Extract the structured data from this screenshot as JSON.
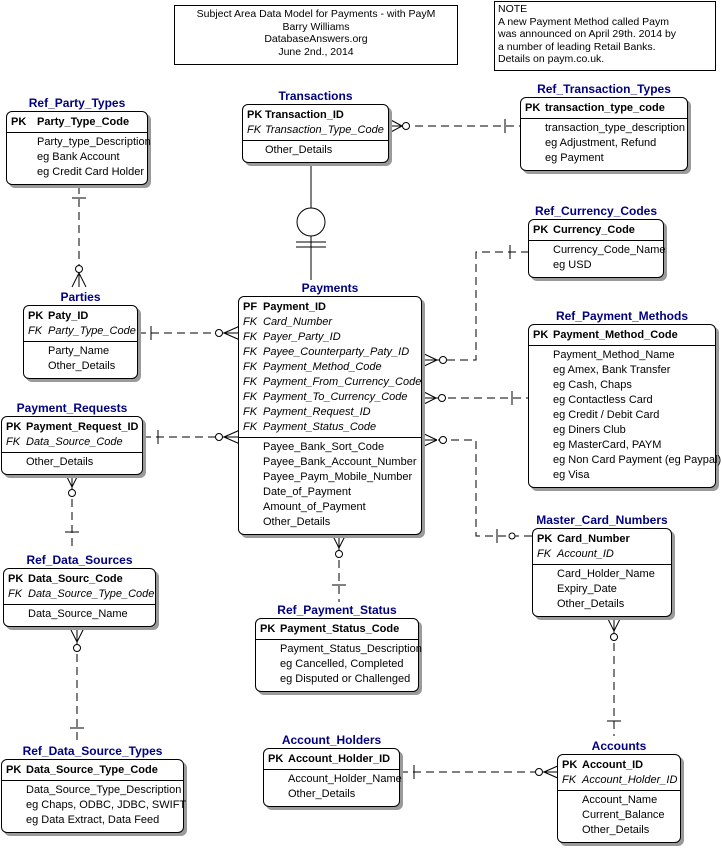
{
  "title_note": {
    "lines": [
      "Subject Area Data Model for Payments - with PayM",
      "Barry Williams",
      "DatabaseAnswers.org",
      "June 2nd., 2014"
    ]
  },
  "side_note": {
    "lines": [
      "NOTE",
      "A new Payment Method called Paym",
      "was announced on April 29th. 2014 by",
      "a number of leading Retail Banks.",
      "Details on paym.co.uk."
    ]
  },
  "entities": [
    {
      "id": "ref-party-types",
      "name": "Ref_Party_Types",
      "keys": [
        {
          "k": "PK",
          "a": "Party_Type_Code",
          "t": "pk"
        }
      ],
      "attrs": [
        "Party_type_Description",
        "eg Bank Account",
        "eg Credit Card Holder"
      ]
    },
    {
      "id": "transactions",
      "name": "Transactions",
      "keys": [
        {
          "k": "PK",
          "a": "Transaction_ID",
          "t": "pk"
        },
        {
          "k": "FK",
          "a": "Transaction_Type_Code",
          "t": "fk"
        }
      ],
      "attrs": [
        "Other_Details"
      ]
    },
    {
      "id": "ref-transaction-types",
      "name": "Ref_Transaction_Types",
      "keys": [
        {
          "k": "PK",
          "a": "transaction_type_code",
          "t": "pk"
        }
      ],
      "attrs": [
        "transaction_type_description",
        "eg Adjustment, Refund",
        "eg Payment"
      ]
    },
    {
      "id": "ref-currency-codes",
      "name": "Ref_Currency_Codes",
      "keys": [
        {
          "k": "PK",
          "a": "Currency_Code",
          "t": "pk"
        }
      ],
      "attrs": [
        "Currency_Code_Name",
        "eg USD"
      ]
    },
    {
      "id": "parties",
      "name": "Parties",
      "keys": [
        {
          "k": "PK",
          "a": "Paty_ID",
          "t": "pk"
        },
        {
          "k": "FK",
          "a": "Party_Type_Code",
          "t": "fk"
        }
      ],
      "attrs": [
        "Party_Name",
        "Other_Details"
      ]
    },
    {
      "id": "payments",
      "name": "Payments",
      "keys": [
        {
          "k": "PF",
          "a": "Payment_ID",
          "t": "pf"
        },
        {
          "k": "FK",
          "a": "Card_Number",
          "t": "fk"
        },
        {
          "k": "FK",
          "a": "Payer_Party_ID",
          "t": "fk"
        },
        {
          "k": "FK",
          "a": "Payee_Counterparty_Paty_ID",
          "t": "fk"
        },
        {
          "k": "FK",
          "a": "Payment_Method_Code",
          "t": "fk"
        },
        {
          "k": "FK",
          "a": "Payment_From_Currency_Code",
          "t": "fk"
        },
        {
          "k": "FK",
          "a": "Payment_To_Currency_Code",
          "t": "fk"
        },
        {
          "k": "FK",
          "a": "Payment_Request_ID",
          "t": "fk"
        },
        {
          "k": "FK",
          "a": "Payment_Status_Code",
          "t": "fk"
        }
      ],
      "attrs": [
        "Payee_Bank_Sort_Code",
        "Payee_Bank_Account_Number",
        "Payee_Paym_Mobile_Number",
        "Date_of_Payment",
        "Amount_of_Payment",
        "Other_Details"
      ]
    },
    {
      "id": "ref-payment-methods",
      "name": "Ref_Payment_Methods",
      "keys": [
        {
          "k": "PK",
          "a": "Payment_Method_Code",
          "t": "pk"
        }
      ],
      "attrs": [
        "Payment_Method_Name",
        "eg Amex, Bank Transfer",
        "eg Cash, Chaps",
        "eg Contactless Card",
        "eg Credit / Debit Card",
        "eg Diners Club",
        "eg MasterCard, PAYM",
        "eg Non Card Payment (eg Paypal)",
        "eg Visa"
      ]
    },
    {
      "id": "payment-requests",
      "name": "Payment_Requests",
      "keys": [
        {
          "k": "PK",
          "a": "Payment_Request_ID",
          "t": "pk"
        },
        {
          "k": "FK",
          "a": "Data_Source_Code",
          "t": "fk"
        }
      ],
      "attrs": [
        "Other_Details"
      ]
    },
    {
      "id": "master-card-numbers",
      "name": "Master_Card_Numbers",
      "keys": [
        {
          "k": "PK",
          "a": "Card_Number",
          "t": "pk"
        },
        {
          "k": "FK",
          "a": "Account_ID",
          "t": "fk"
        }
      ],
      "attrs": [
        "Card_Holder_Name",
        "Expiry_Date",
        "Other_Details"
      ]
    },
    {
      "id": "ref-data-sources",
      "name": "Ref_Data_Sources",
      "keys": [
        {
          "k": "PK",
          "a": "Data_Sourc_Code",
          "t": "pk"
        },
        {
          "k": "FK",
          "a": "Data_Source_Type_Code",
          "t": "fk"
        }
      ],
      "attrs": [
        "Data_Source_Name"
      ]
    },
    {
      "id": "ref-payment-status",
      "name": "Ref_Payment_Status",
      "keys": [
        {
          "k": "PK",
          "a": "Payment_Status_Code",
          "t": "pk"
        }
      ],
      "attrs": [
        "Payment_Status_Description",
        "eg Cancelled, Completed",
        "eg Disputed or Challenged"
      ]
    },
    {
      "id": "ref-data-source-types",
      "name": "Ref_Data_Source_Types",
      "keys": [
        {
          "k": "PK",
          "a": "Data_Source_Type_Code",
          "t": "pk"
        }
      ],
      "attrs": [
        "Data_Source_Type_Description",
        "eg Chaps, ODBC, JDBC, SWIFT",
        "eg Data Extract, Data Feed"
      ]
    },
    {
      "id": "account-holders",
      "name": "Account_Holders",
      "keys": [
        {
          "k": "PK",
          "a": "Account_Holder_ID",
          "t": "pk"
        }
      ],
      "attrs": [
        "Account_Holder_Name",
        "Other_Details"
      ]
    },
    {
      "id": "accounts",
      "name": "Accounts",
      "keys": [
        {
          "k": "PK",
          "a": "Account_ID",
          "t": "pk"
        },
        {
          "k": "FK",
          "a": "Account_Holder_ID",
          "t": "fk"
        }
      ],
      "attrs": [
        "Account_Name",
        "Current_Balance",
        "Other_Details"
      ]
    }
  ],
  "relationships": [
    {
      "parent": "Ref_Party_Types",
      "child": "Parties"
    },
    {
      "parent": "Parties",
      "child": "Payments"
    },
    {
      "parent": "Ref_Transaction_Types",
      "child": "Transactions"
    },
    {
      "parent": "Payments",
      "child": "Transactions"
    },
    {
      "parent": "Ref_Currency_Codes",
      "child": "Payments"
    },
    {
      "parent": "Ref_Payment_Methods",
      "child": "Payments"
    },
    {
      "parent": "Payment_Requests",
      "child": "Payments"
    },
    {
      "parent": "Master_Card_Numbers",
      "child": "Payments"
    },
    {
      "parent": "Ref_Data_Sources",
      "child": "Payment_Requests"
    },
    {
      "parent": "Ref_Payment_Status",
      "child": "Payments"
    },
    {
      "parent": "Ref_Data_Source_Types",
      "child": "Ref_Data_Sources"
    },
    {
      "parent": "Accounts",
      "child": "Master_Card_Numbers"
    },
    {
      "parent": "Account_Holders",
      "child": "Accounts"
    }
  ]
}
